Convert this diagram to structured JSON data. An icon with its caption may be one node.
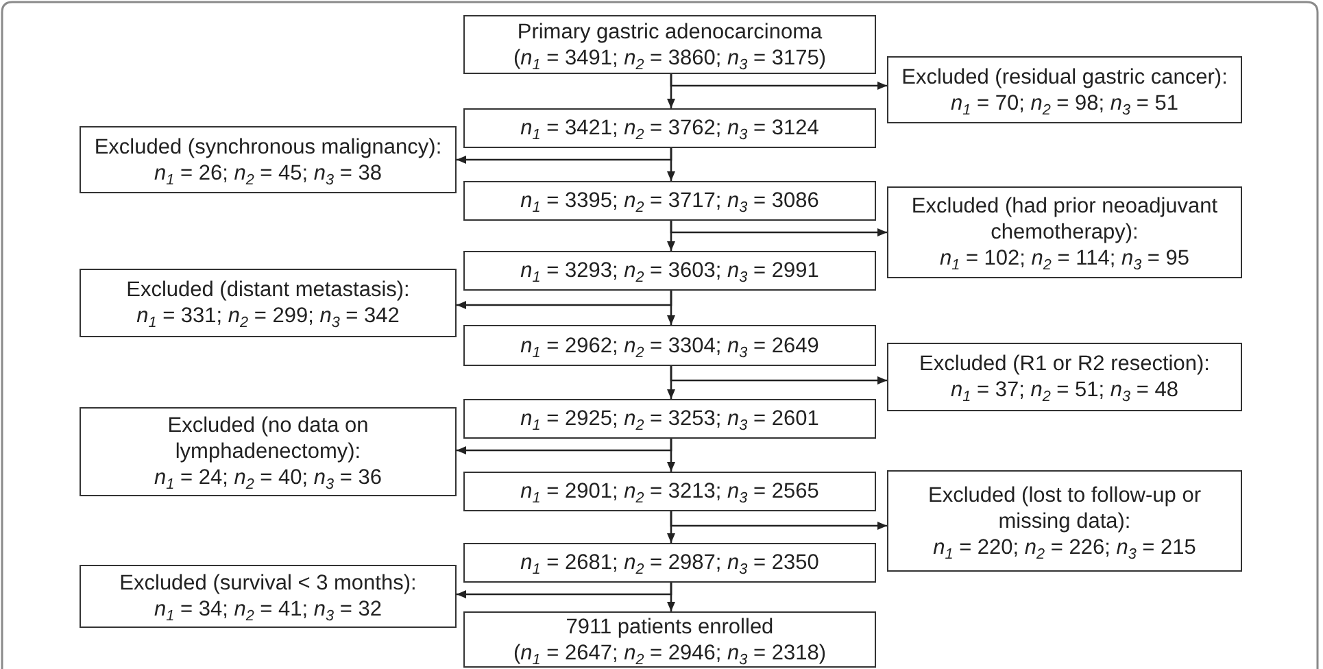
{
  "diagram": {
    "nodes": [
      {
        "text": [
          "Primary gastric adenocarcinoma",
          "(*n*$_{1}$ = 3491; *n*$_{2}$ = 3860; *n*$_{3}$ = 3175)"
        ]
      },
      {
        "text": [
          "Excluded (residual gastric cancer):",
          "*n*$_{1}$ = 70; *n*$_{2}$ = 98; *n*$_{3}$ = 51"
        ]
      },
      {
        "text": [
          "*n*$_{1}$ = 3421; *n*$_{2}$ = 3762; *n*$_{3}$ = 3124"
        ]
      },
      {
        "text": [
          "Excluded (synchronous malignancy):",
          "*n*$_{1}$ = 26; *n*$_{2}$ = 45; *n*$_{3}$ = 38"
        ]
      },
      {
        "text": [
          "*n*$_{1}$ = 3395; *n*$_{2}$ = 3717; *n*$_{3}$ = 3086"
        ]
      },
      {
        "text": [
          "Excluded (had prior neoadjuvant chemotherapy):",
          "*n*$_{1}$ = 102; *n*$_{2}$ = 114; *n*$_{3}$ = 95"
        ]
      },
      {
        "text": [
          "*n*$_{1}$ = 3293; *n*$_{2}$ = 3603; *n*$_{3}$ = 2991"
        ]
      },
      {
        "text": [
          "Excluded (distant metastasis):",
          "*n*$_{1}$ = 331; *n*$_{2}$ = 299; *n*$_{3}$ = 342"
        ]
      },
      {
        "text": [
          "*n*$_{1}$ = 2962; *n*$_{2}$ = 3304; *n*$_{3}$ = 2649"
        ]
      },
      {
        "text": [
          "Excluded (R1 or R2 resection):",
          "*n*$_{1}$ = 37; *n*$_{2}$ = 51; *n*$_{3}$ = 48"
        ]
      },
      {
        "text": [
          "*n*$_{1}$ = 2925; *n*$_{2}$ = 3253; *n*$_{3}$ = 2601"
        ]
      },
      {
        "text": [
          "Excluded (no data on lymphadenectomy):",
          "*n*$_{1}$ = 24; *n*$_{2}$ = 40; *n*$_{3}$ = 36"
        ]
      },
      {
        "text": [
          "*n*$_{1}$ = 2901; *n*$_{2}$ = 3213; *n*$_{3}$ = 2565"
        ]
      },
      {
        "text": [
          "Excluded (lost to follow-up or missing data):",
          "*n*$_{1}$ = 220; *n*$_{2}$ = 226; *n*$_{3}$ = 215"
        ]
      },
      {
        "text": [
          "*n*$_{1}$ = 2681; *n*$_{2}$ = 2987; *n*$_{3}$ = 2350"
        ]
      },
      {
        "text": [
          "Excluded (survival < 3 months):",
          "*n*$_{1}$ = 34; *n*$_{2}$ = 41; *n*$_{3}$ = 32"
        ]
      },
      {
        "text": [
          "7911 patients enrolled",
          "(*n*$_{1}$ = 2647; *n*$_{2}$ = 2946; *n*$_{3}$ = 2318)"
        ]
      }
    ],
    "edges": [
      {
        "from": 0,
        "to": 2,
        "arrow": "to"
      },
      {
        "from": 0,
        "to": 1,
        "arrow": "to"
      },
      {
        "from": 2,
        "to": 4,
        "arrow": "to"
      },
      {
        "from": 2,
        "to": 3,
        "arrow": "to"
      },
      {
        "from": 4,
        "to": 6,
        "arrow": "to"
      },
      {
        "from": 4,
        "to": 5,
        "arrow": "to"
      },
      {
        "from": 6,
        "to": 8,
        "arrow": "to"
      },
      {
        "from": 6,
        "to": 7,
        "arrow": "to"
      },
      {
        "from": 8,
        "to": 10,
        "arrow": "to"
      },
      {
        "from": 8,
        "to": 9,
        "arrow": "to"
      },
      {
        "from": 10,
        "to": 12,
        "arrow": "to"
      },
      {
        "from": 10,
        "to": 11,
        "arrow": "to"
      },
      {
        "from": 12,
        "to": 14,
        "arrow": "to"
      },
      {
        "from": 12,
        "to": 13,
        "arrow": "to"
      },
      {
        "from": 14,
        "to": 16,
        "arrow": "to"
      },
      {
        "from": 14,
        "to": 15,
        "arrow": "to"
      }
    ]
  }
}
